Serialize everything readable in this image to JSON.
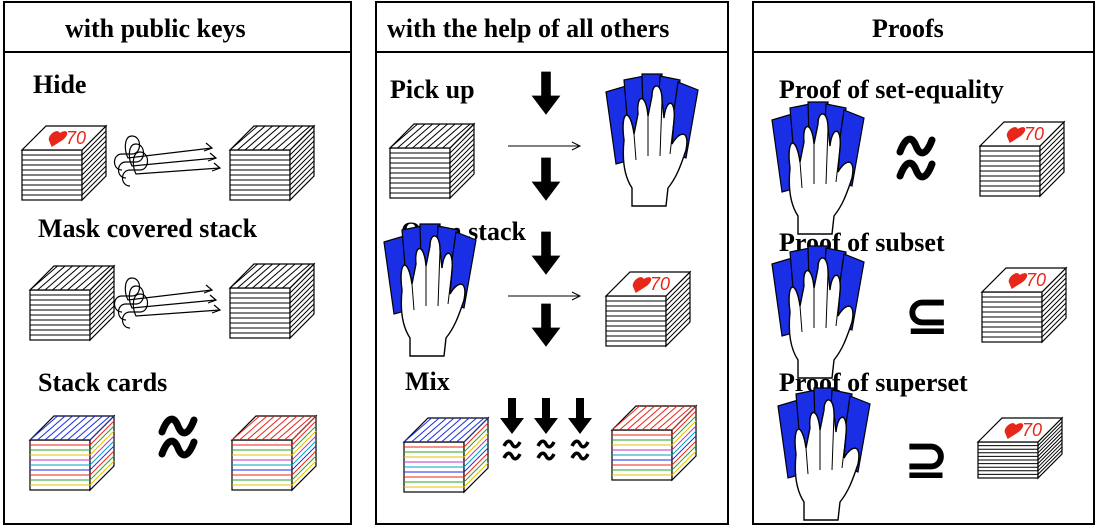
{
  "panels": [
    {
      "title": "with public keys",
      "items": [
        {
          "label": "Hide"
        },
        {
          "label": "Mask covered stack"
        },
        {
          "label": "Stack cards"
        }
      ]
    },
    {
      "title": "with the help of all others",
      "items": [
        {
          "label": "Pick up"
        },
        {
          "label": "Open stack"
        },
        {
          "label": "Mix"
        }
      ]
    },
    {
      "title": "Proofs",
      "items": [
        {
          "label": "Proof of set-equality"
        },
        {
          "label": "Proof of subset"
        },
        {
          "label": "Proof of superset"
        }
      ]
    }
  ],
  "card": {
    "face_text": "70"
  },
  "symbols": {
    "subset": "⊆",
    "superset": "⊇",
    "tilde": "≈"
  },
  "colors": {
    "card_back": "#1a2ee6",
    "heart": "#e8261a",
    "outline": "#000000"
  }
}
